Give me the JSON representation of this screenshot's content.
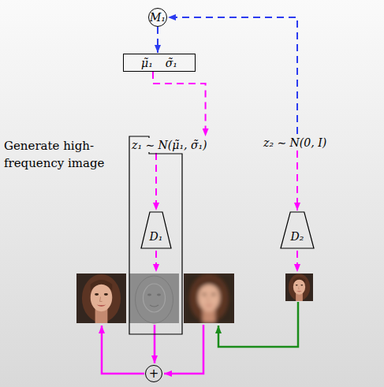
{
  "diagram": {
    "nodes": [
      {
        "text": [
          "M₁"
        ]
      },
      {
        "text": [
          "μ̃₁",
          "σ̃₁"
        ]
      },
      {
        "text": [
          "Generate high-frequency image"
        ]
      },
      {
        "text": [
          "z₁ ∼ N(μ̃₁, σ̃₁)"
        ],
        "in": 2
      },
      {
        "text": [
          "D₁"
        ],
        "in": 2
      },
      {
        "text": [
          "z₂ ∼ N(0, I)"
        ]
      },
      {
        "text": [
          "D₂"
        ]
      },
      {
        "text": [
          "+"
        ]
      }
    ],
    "edges": [
      {
        "from": 5,
        "to": 0,
        "arrow": "to"
      },
      {
        "from": 0,
        "to": 1,
        "arrow": "to"
      },
      {
        "from": 1,
        "to": 3,
        "arrow": "to"
      },
      {
        "from": 3,
        "to": 4,
        "arrow": "to"
      },
      {
        "from": 5,
        "to": 6,
        "arrow": "to"
      }
    ]
  }
}
